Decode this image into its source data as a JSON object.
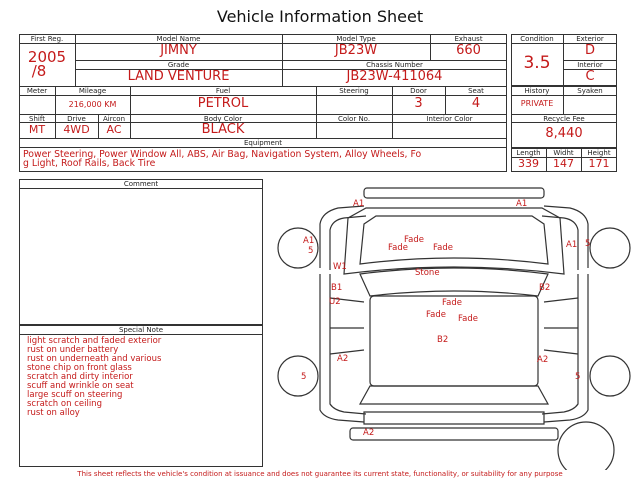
{
  "title": "Vehicle Information Sheet",
  "labels": {
    "first_reg": "First Reg.",
    "model_name": "Model Name",
    "model_type": "Model Type",
    "exhaust": "Exhaust",
    "condition": "Condition",
    "exterior": "Exterior",
    "grade": "Grade",
    "chassis_number": "Chassis Number",
    "interior": "Interior",
    "meter": "Meter",
    "mileage": "Mileage",
    "fuel": "Fuel",
    "steering": "Steering",
    "door": "Door",
    "seat": "Seat",
    "history": "History",
    "syaken": "Syaken",
    "shift": "Shift",
    "drive": "Drive",
    "aircon": "Aircon",
    "body_color": "Body Color",
    "color_no": "Color No.",
    "interior_color": "Interior Color",
    "recycle_fee": "Recycle Fee",
    "equipment": "Equipment",
    "length": "Length",
    "width": "Widht",
    "height": "Height",
    "comment": "Comment",
    "special_note": "Special Note"
  },
  "values": {
    "first_reg_year": "2005",
    "first_reg_month": "/8",
    "model_name": "JIMNY",
    "model_type": "JB23W",
    "exhaust": "660",
    "condition": "3.5",
    "exterior": "D",
    "grade": "LAND VENTURE",
    "chassis_number": "JB23W-411064",
    "interior": "C",
    "mileage": "216,000 KM",
    "fuel": "PETROL",
    "door": "3",
    "seat": "4",
    "history": "PRIVATE",
    "shift": "MT",
    "drive": "4WD",
    "aircon": "AC",
    "body_color": "BLACK",
    "recycle_fee": "8,440",
    "equipment_line1": "Power Steering, Power Window  All, ABS, Air Bag, Navigation System, Alloy Wheels, Fo",
    "equipment_line2": "g Light, Roof Rails, Back Tire",
    "length": "339",
    "width": "147",
    "height": "171"
  },
  "special_notes": [
    "light scratch and faded exterior",
    "rust on under battery",
    "rust on underneath and various",
    "stone chip on front glass",
    "scratch and dirty interior",
    "scuff and wrinkle on seat",
    "large scuff on steering",
    "scratch on ceiling",
    "rust on alloy"
  ],
  "damage_marks": {
    "a1_front_left": "A1",
    "a1_front_right": "A1",
    "a1_wheel_fl": "A1",
    "five_wheel_fl": "5",
    "a1_wheel_fr": "A1",
    "five_wheel_fr": "5",
    "fade_hood_top": "Fade",
    "fade_hood_left": "Fade",
    "fade_hood_right": "Fade",
    "w1": "W1",
    "stone": "Stone",
    "b1": "B1",
    "b2_right": "B2",
    "u2": "U2",
    "fade_roof_1": "Fade",
    "fade_roof_2": "Fade",
    "fade_roof_3": "Fade",
    "b2_roof": "B2",
    "a2_left": "A2",
    "a2_right": "A2",
    "five_wheel_rl": "5",
    "five_wheel_rr": "5",
    "a2_rear": "A2"
  },
  "footer": "This sheet reflects the vehicle's condition at issuance and does not guarantee its current state, functionality, or suitability for any purpose"
}
